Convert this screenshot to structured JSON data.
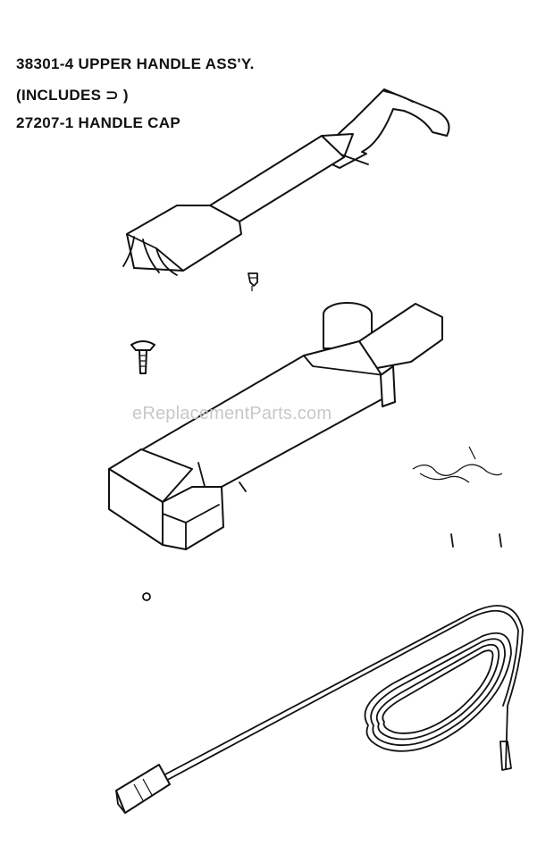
{
  "labels": {
    "assembly": "38301-4 UPPER HANDLE ASS'Y.",
    "includes": "(INCLUDES ⊃ )",
    "handle_cap": "27207-1 HANDLE CAP"
  },
  "watermark": "eReplacementParts.com"
}
